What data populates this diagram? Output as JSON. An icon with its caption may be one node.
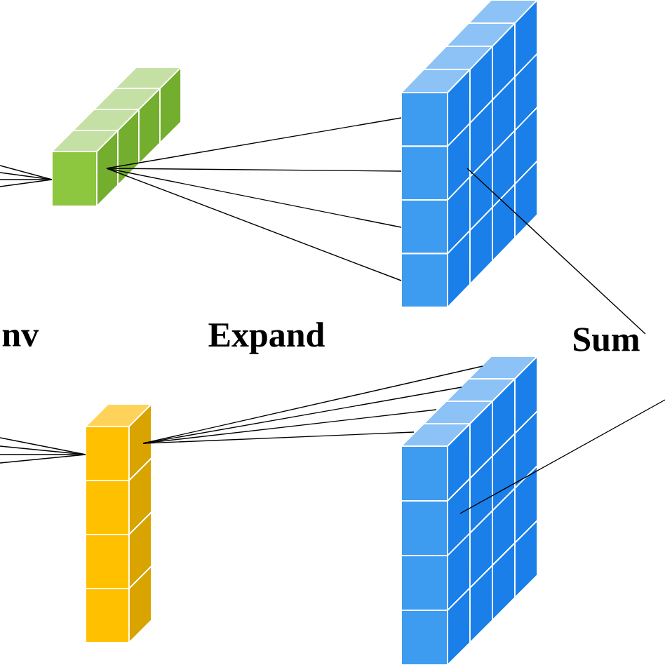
{
  "diagram": {
    "nodes": [
      {
        "text": [],
        "shape": "box"
      },
      {
        "text": [],
        "shape": "box"
      },
      {
        "text": [],
        "shape": "box"
      },
      {
        "text": [],
        "shape": "box"
      },
      {
        "text": [
          "Sum"
        ]
      }
    ],
    "edges": [
      {
        "from": null,
        "to": 0,
        "arrow": "none"
      },
      {
        "from": null,
        "to": 0,
        "arrow": "none"
      },
      {
        "from": null,
        "to": 0,
        "arrow": "none"
      },
      {
        "from": null,
        "to": 0,
        "arrow": "none"
      },
      {
        "from": 0,
        "to": 2,
        "arrow": "none"
      },
      {
        "from": 0,
        "to": 2,
        "arrow": "none"
      },
      {
        "from": 0,
        "to": 2,
        "arrow": "none"
      },
      {
        "from": 0,
        "to": 2,
        "arrow": "none"
      },
      {
        "from": null,
        "to": 1,
        "arrow": "none"
      },
      {
        "from": null,
        "to": 1,
        "arrow": "none"
      },
      {
        "from": null,
        "to": 1,
        "arrow": "none"
      },
      {
        "from": null,
        "to": 1,
        "arrow": "none"
      },
      {
        "from": 1,
        "to": 3,
        "arrow": "none"
      },
      {
        "from": 1,
        "to": 3,
        "arrow": "none"
      },
      {
        "from": 1,
        "to": 3,
        "arrow": "none"
      },
      {
        "from": 1,
        "to": 3,
        "arrow": "none"
      },
      {
        "from": 2,
        "to": 4,
        "arrow": "none"
      },
      {
        "from": 3,
        "to": null,
        "arrow": "none"
      }
    ],
    "labels": [
      "nv",
      "Expand"
    ]
  }
}
